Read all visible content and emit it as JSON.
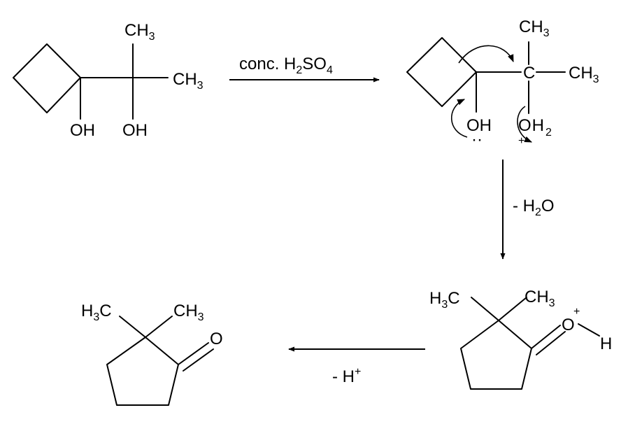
{
  "reagent": {
    "conc": "conc. H",
    "sub2": "2",
    "so": "SO",
    "sub4": "4"
  },
  "labels": {
    "ch": "CH",
    "three": "3",
    "h3c_h": "H",
    "h3c_c": "C",
    "oh": "OH",
    "o": "O",
    "h": "H",
    "c": "C",
    "h2o_o": "O",
    "plus": "+",
    "lone_pair": "··"
  },
  "steps": {
    "minus_water": {
      "prefix": "- H",
      "sub": "2",
      "suffix": "O"
    },
    "minus_proton": {
      "prefix": "- H",
      "sup": "+"
    }
  }
}
